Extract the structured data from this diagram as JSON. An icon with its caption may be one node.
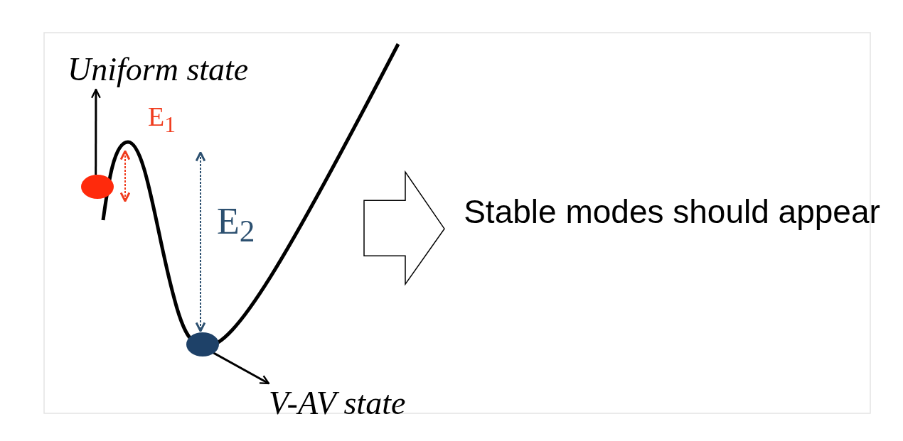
{
  "diagram": {
    "nodes": [
      {
        "text": [
          "Uniform state"
        ]
      },
      {
        "text": [],
        "shape": "circle"
      },
      {
        "text": [],
        "shape": "circle"
      },
      {
        "text": [
          "V-AV state"
        ]
      },
      {
        "text": [
          "Stable modes should appear"
        ]
      }
    ],
    "edges": [
      {
        "from": 1,
        "to": 0,
        "arrow": "to"
      },
      {
        "from": 2,
        "to": 3,
        "arrow": "to"
      },
      {
        "from": null,
        "to": 4,
        "arrow": "to"
      }
    ],
    "labels": [
      "E$_{1}$",
      "E$_{2}$"
    ]
  }
}
